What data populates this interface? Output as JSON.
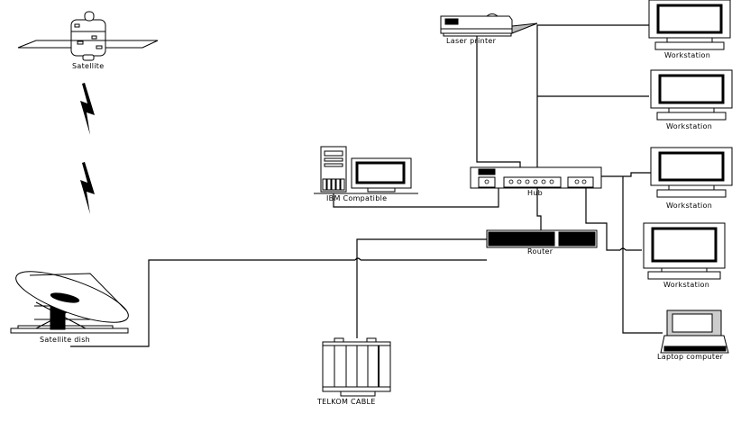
{
  "diagram": {
    "type": "network-topology",
    "nodes": [
      {
        "id": "satellite",
        "label": "Satellite",
        "icon": "satellite-icon"
      },
      {
        "id": "satellite_dish",
        "label": "Satellite dish",
        "icon": "satellite-dish-icon"
      },
      {
        "id": "telkom_cable",
        "label": "TELKOM CABLE",
        "icon": "cable-junction-icon"
      },
      {
        "id": "router",
        "label": "Router",
        "icon": "router-icon"
      },
      {
        "id": "hub",
        "label": "Hub",
        "icon": "hub-icon"
      },
      {
        "id": "laser_printer",
        "label": "Laser printer",
        "icon": "printer-icon"
      },
      {
        "id": "ibm_compatible",
        "label": "IBM Compatible",
        "icon": "desktop-pc-icon"
      },
      {
        "id": "workstation_1",
        "label": "Workstation",
        "icon": "workstation-icon"
      },
      {
        "id": "workstation_2",
        "label": "Workstation",
        "icon": "workstation-icon"
      },
      {
        "id": "workstation_3",
        "label": "Workstation",
        "icon": "workstation-icon"
      },
      {
        "id": "workstation_4",
        "label": "Workstation",
        "icon": "workstation-icon"
      },
      {
        "id": "laptop",
        "label": "Laptop computer",
        "icon": "laptop-icon"
      }
    ],
    "links": [
      {
        "from": "satellite",
        "to": "satellite_dish",
        "kind": "wireless"
      },
      {
        "from": "satellite_dish",
        "to": "router",
        "kind": "wired"
      },
      {
        "from": "telkom_cable",
        "to": "router",
        "kind": "wired"
      },
      {
        "from": "router",
        "to": "hub",
        "kind": "wired"
      },
      {
        "from": "hub",
        "to": "laser_printer",
        "kind": "wired"
      },
      {
        "from": "hub",
        "to": "ibm_compatible",
        "kind": "wired"
      },
      {
        "from": "hub",
        "to": "workstation_1",
        "kind": "wired"
      },
      {
        "from": "hub",
        "to": "workstation_2",
        "kind": "wired"
      },
      {
        "from": "hub",
        "to": "workstation_3",
        "kind": "wired"
      },
      {
        "from": "hub",
        "to": "workstation_4",
        "kind": "wired"
      },
      {
        "from": "hub",
        "to": "laptop",
        "kind": "wired"
      }
    ]
  },
  "labels": {
    "satellite": "Satellite",
    "satellite_dish": "Satellite dish",
    "telkom_cable": "TELKOM CABLE",
    "router": "Router",
    "hub": "Hub",
    "laser_printer": "Laser printer",
    "ibm_compatible": "IBM Compatible",
    "workstation_1": "Workstation",
    "workstation_2": "Workstation",
    "workstation_3": "Workstation",
    "workstation_4": "Workstation",
    "laptop": "Laptop computer"
  }
}
